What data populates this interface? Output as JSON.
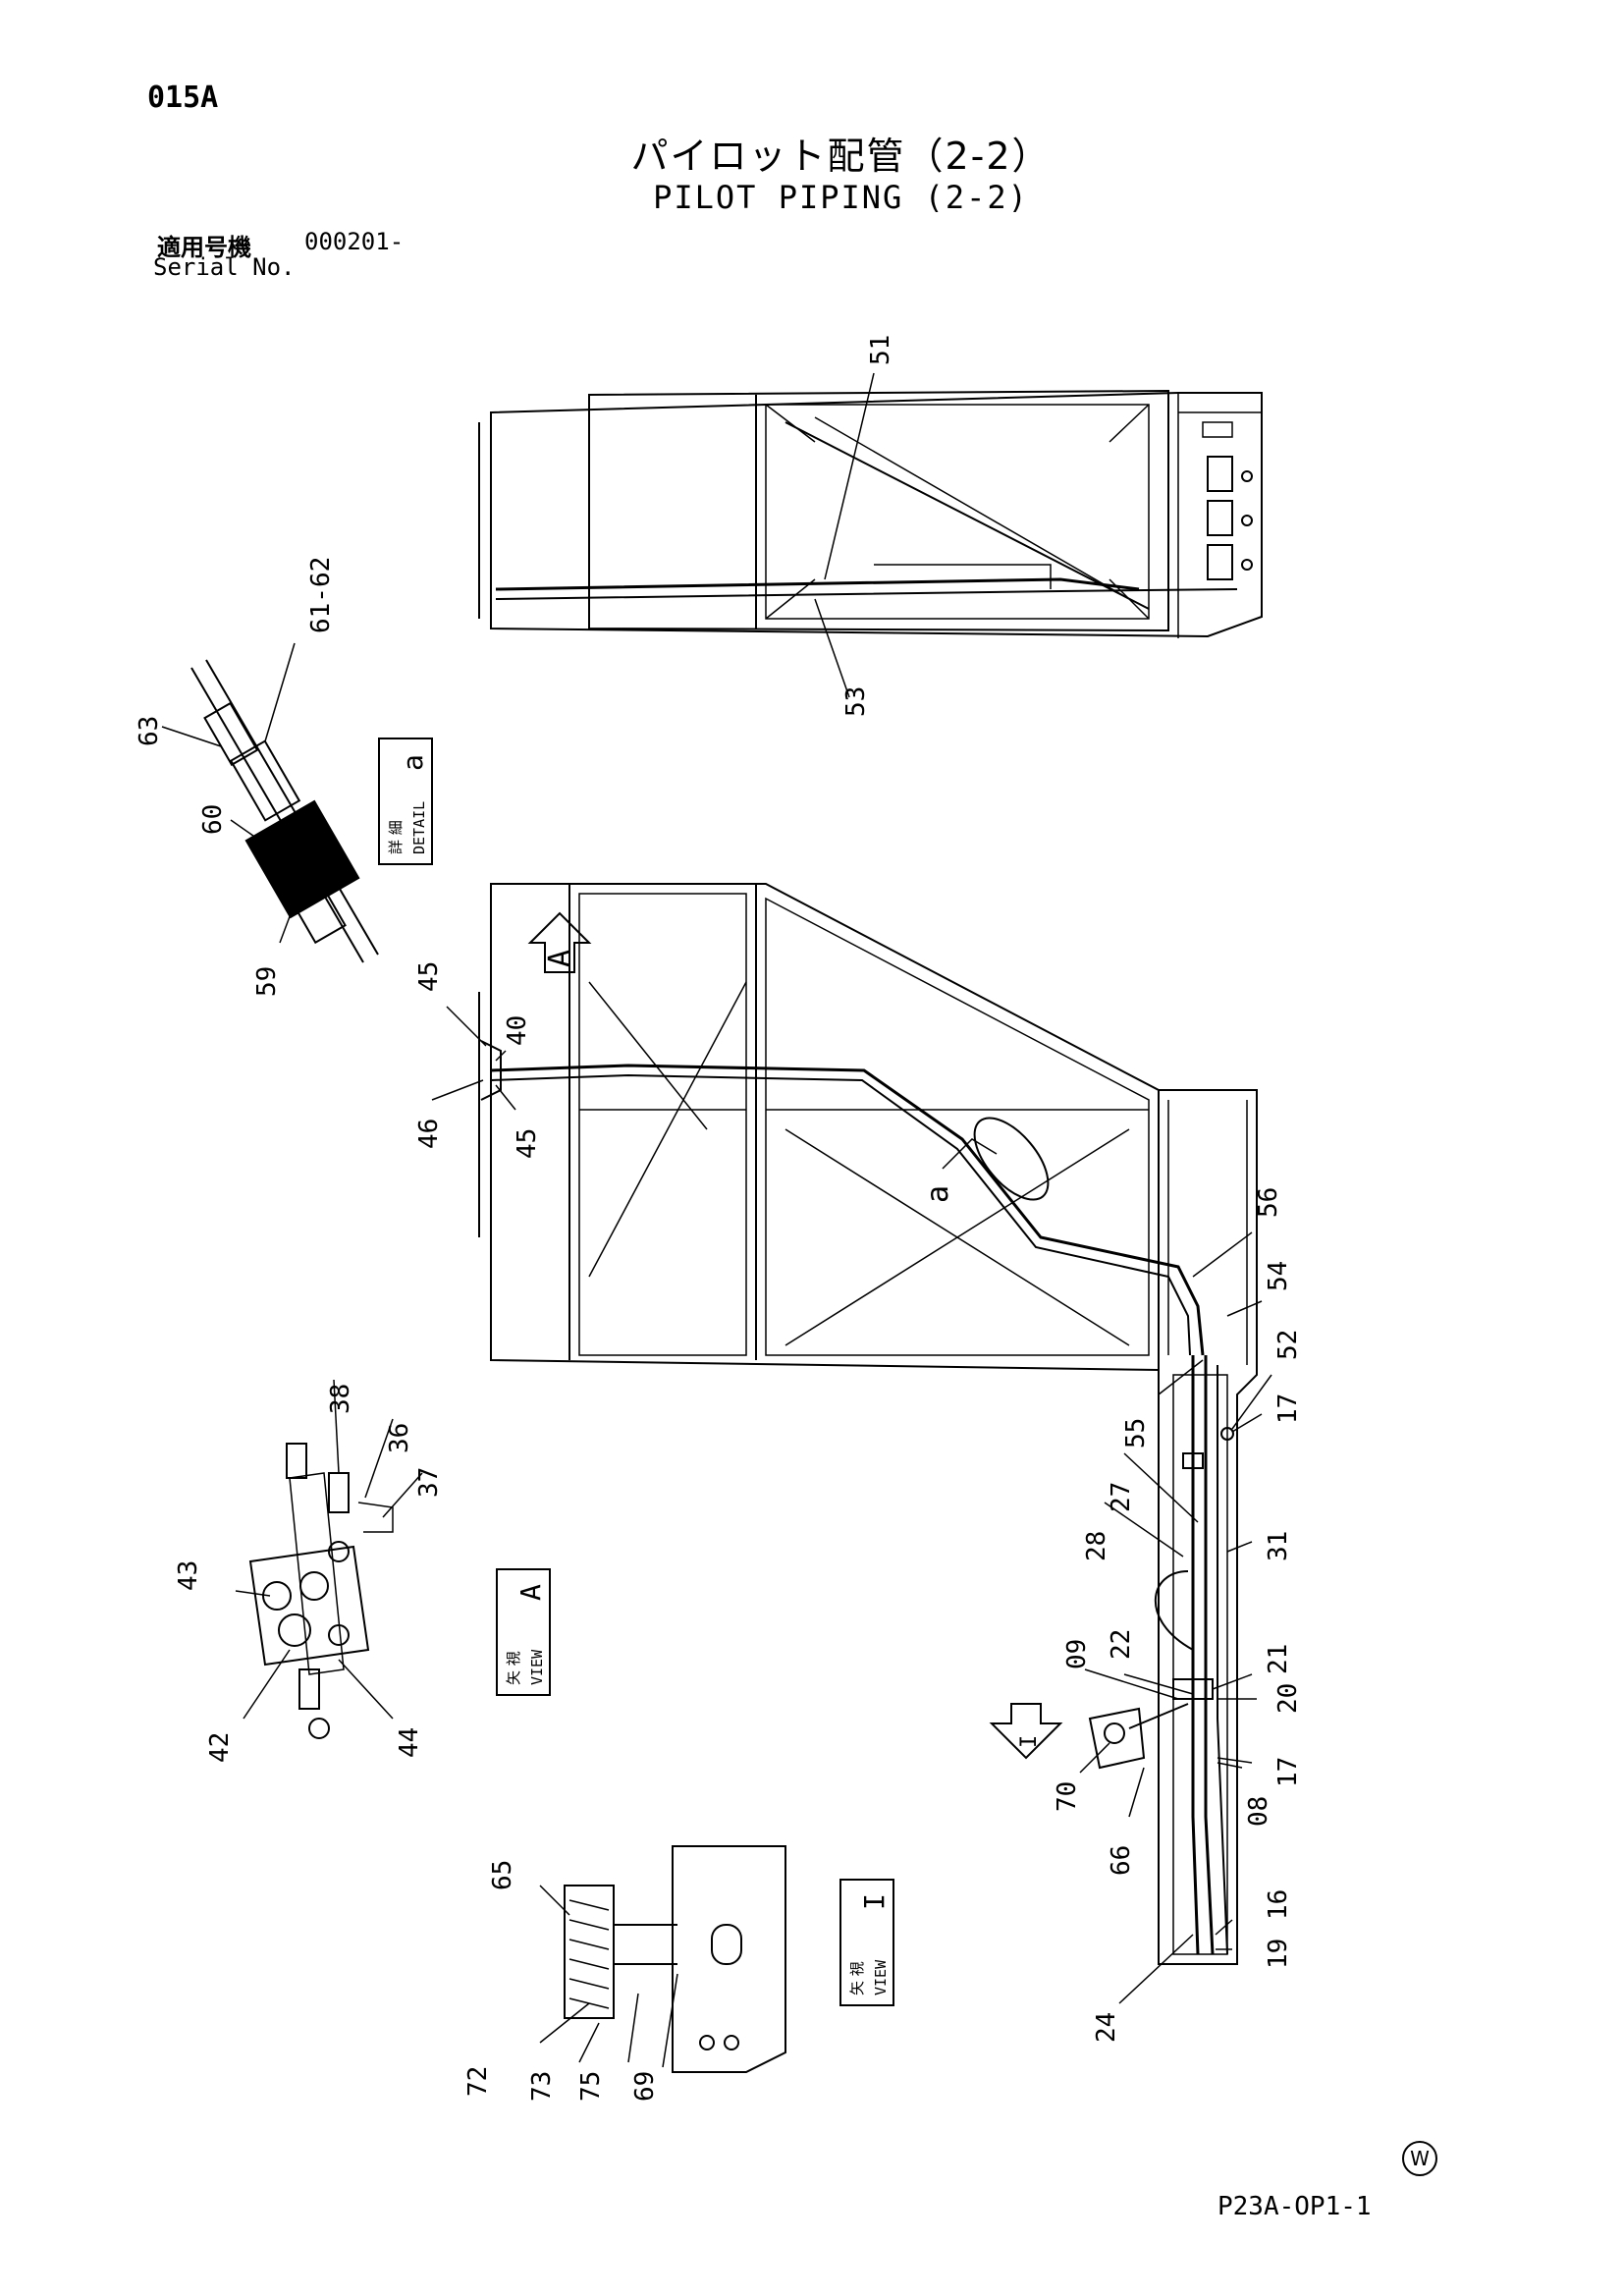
{
  "header": {
    "page_code": "015A",
    "title_jp": "パイロット配管（2-2）",
    "title_en": "PILOT PIPING (2-2)",
    "serial_label_jp": "適用号機",
    "serial_value": "000201-",
    "serial_label_en": "Serial No."
  },
  "footer": {
    "drawing_number": "P23A-OP1-1",
    "watermark": "W"
  },
  "boxes": {
    "detail": {
      "jp": "詳 細",
      "en": "DETAIL",
      "letter": "a"
    },
    "view_a": {
      "jp": "矢 視",
      "en": "VIEW",
      "letter": "A"
    },
    "view_i": {
      "jp": "矢 視",
      "en": "VIEW",
      "letter": "I"
    }
  },
  "markers": {
    "arrow_a": "A",
    "arrow_i": "I",
    "callout_a": "a"
  },
  "part_labels": {
    "p51": "51",
    "p53": "53",
    "p61_62": "61-62",
    "p63": "63",
    "p60": "60",
    "p59": "59",
    "p45a": "45",
    "p40": "40",
    "p46": "46",
    "p45b": "45",
    "p56": "56",
    "p54": "54",
    "p52": "52",
    "p17a": "17",
    "p55": "55",
    "p27": "27",
    "p28": "28",
    "p31": "31",
    "p22": "22",
    "p09": "09",
    "p21": "21",
    "p20": "20",
    "p17b": "17",
    "p08": "08",
    "p70": "70",
    "p66": "66",
    "p16": "16",
    "p19": "19",
    "p24": "24",
    "p38": "38",
    "p36": "36",
    "p37": "37",
    "p43": "43",
    "p42": "42",
    "p44": "44",
    "p65": "65",
    "p72": "72",
    "p73": "73",
    "p75": "75",
    "p69": "69"
  }
}
